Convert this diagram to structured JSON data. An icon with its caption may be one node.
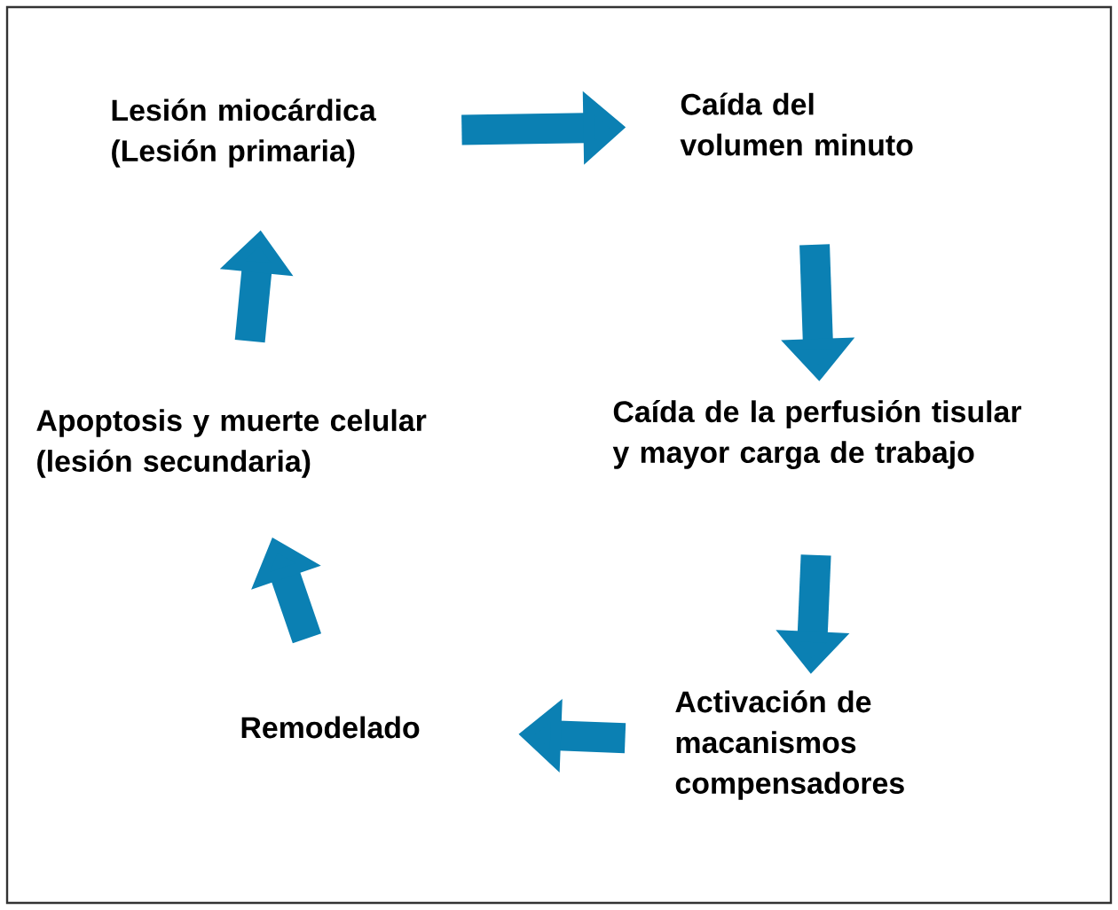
{
  "diagram": {
    "nodes": [
      {
        "text": [
          "Lesión miocárdica (Lesión primaria)"
        ]
      },
      {
        "text": [
          "Caída del volumen minuto"
        ]
      },
      {
        "text": [
          "Caída de la perfusión tisular y mayor carga de trabajo"
        ]
      },
      {
        "text": [
          "Activación de macanismos compensadores"
        ]
      },
      {
        "text": [
          "Remodelado"
        ]
      },
      {
        "text": [
          "Apoptosis y muerte celular (lesión secundaria)"
        ]
      }
    ],
    "edges": [
      {
        "from": 0,
        "to": 1,
        "arrow": "to"
      },
      {
        "from": 1,
        "to": 2,
        "arrow": "to"
      },
      {
        "from": 2,
        "to": 3,
        "arrow": "to"
      },
      {
        "from": 3,
        "to": 4,
        "arrow": "to"
      },
      {
        "from": 4,
        "to": 5,
        "arrow": "to"
      },
      {
        "from": 5,
        "to": 0,
        "arrow": "to"
      }
    ]
  }
}
